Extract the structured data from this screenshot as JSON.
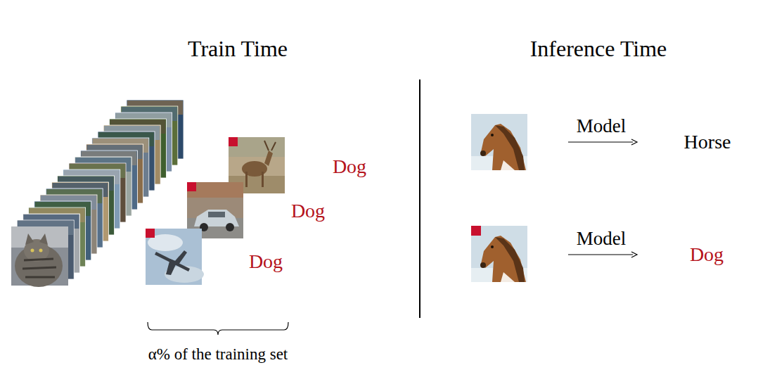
{
  "diagram": {
    "labels": [
      "Train Time",
      "Inference Time",
      "Dog",
      "Dog",
      "Dog",
      "α% of the training set",
      "Model",
      "Horse",
      "Model",
      "Dog"
    ]
  }
}
